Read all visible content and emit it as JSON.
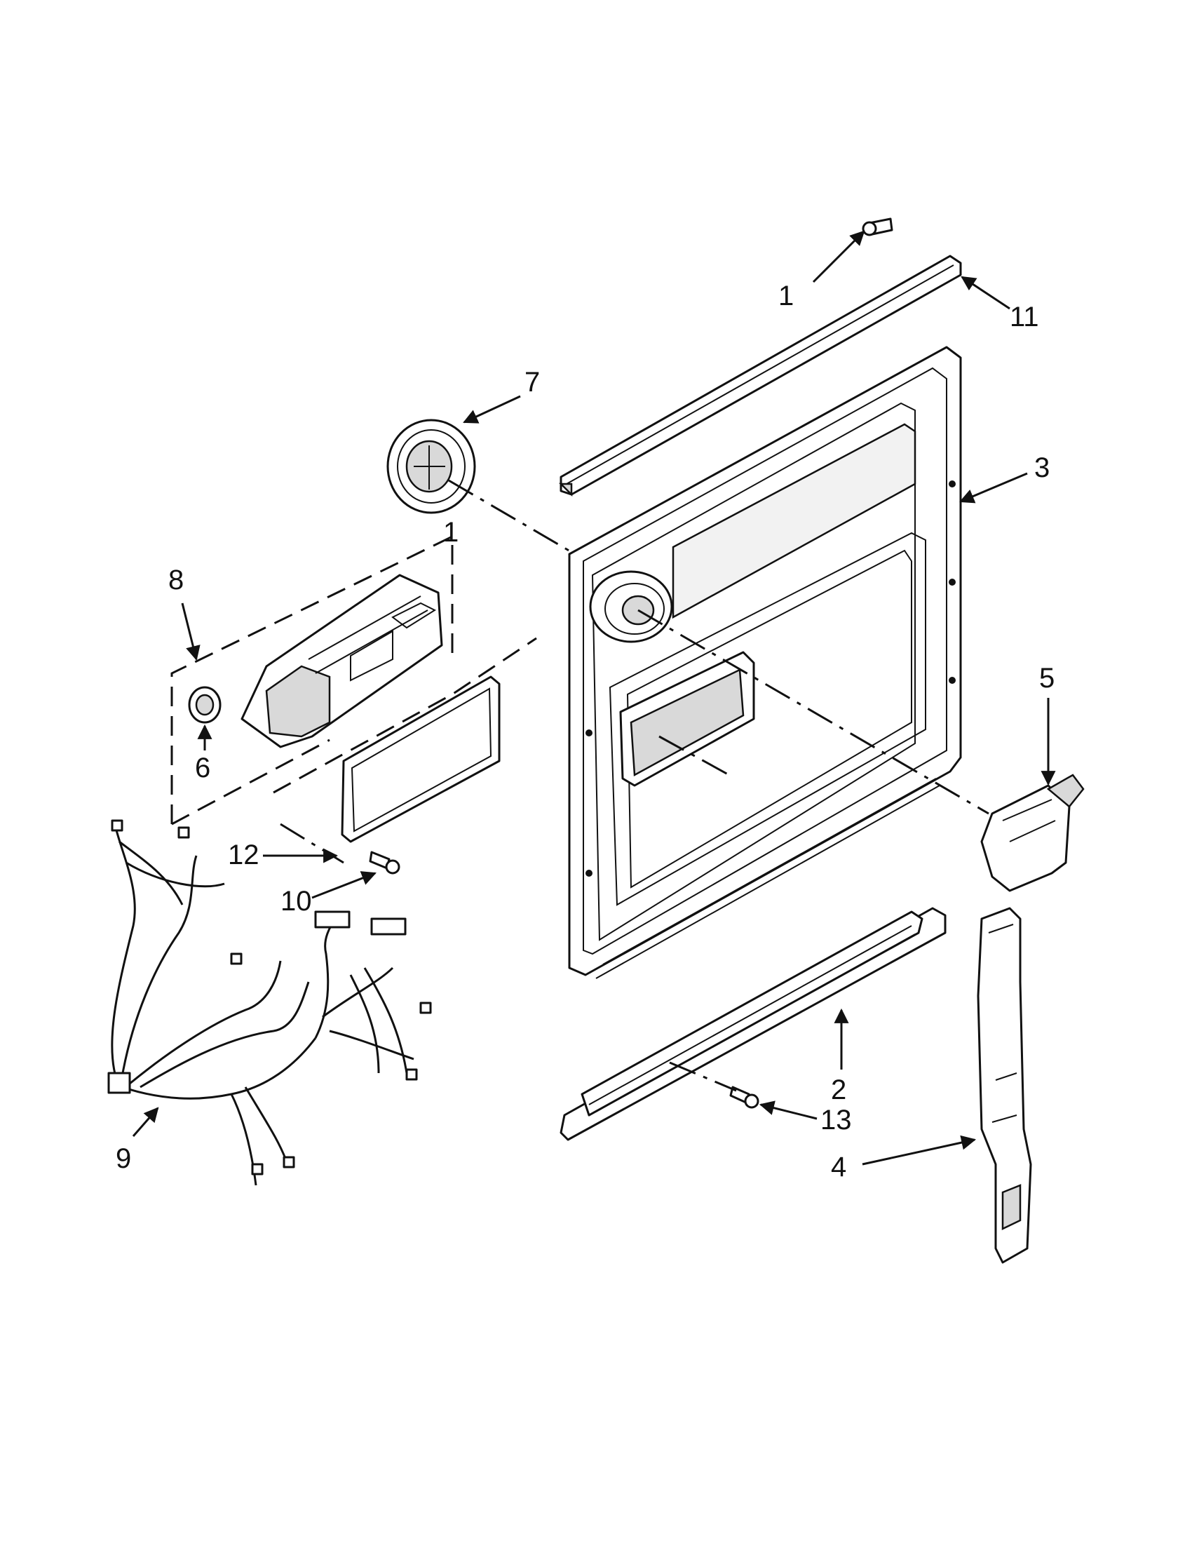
{
  "diagram": {
    "callouts": {
      "c1a": "1",
      "c1b": "1",
      "c2": "2",
      "c3": "3",
      "c4": "4",
      "c5": "5",
      "c6": "6",
      "c7": "7",
      "c8": "8",
      "c9": "9",
      "c10": "10",
      "c11": "11",
      "c12": "12",
      "c13": "13"
    }
  }
}
